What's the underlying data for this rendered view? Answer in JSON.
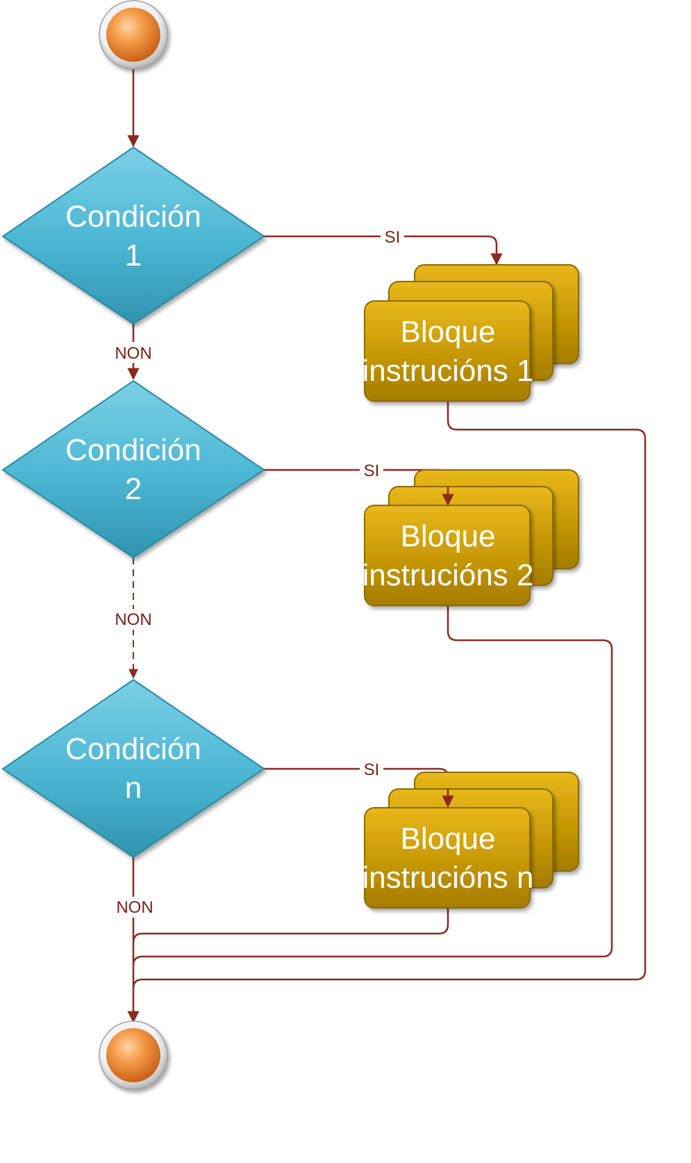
{
  "conditions": [
    {
      "line1": "Condición",
      "line2": "1"
    },
    {
      "line1": "Condición",
      "line2": "2"
    },
    {
      "line1": "Condición",
      "line2": "n"
    }
  ],
  "blocks": [
    {
      "line1": "Bloque",
      "line2": "instrucións 1"
    },
    {
      "line1": "Bloque",
      "line2": "instrucións 2"
    },
    {
      "line1": "Bloque",
      "line2": "instrucións n"
    }
  ],
  "labels": {
    "yes": "SI",
    "no": "NON"
  },
  "colors": {
    "diamond": "#4db8d4",
    "block": "#c99a06",
    "line": "#8b2a20",
    "terminal": "#f2923a"
  }
}
